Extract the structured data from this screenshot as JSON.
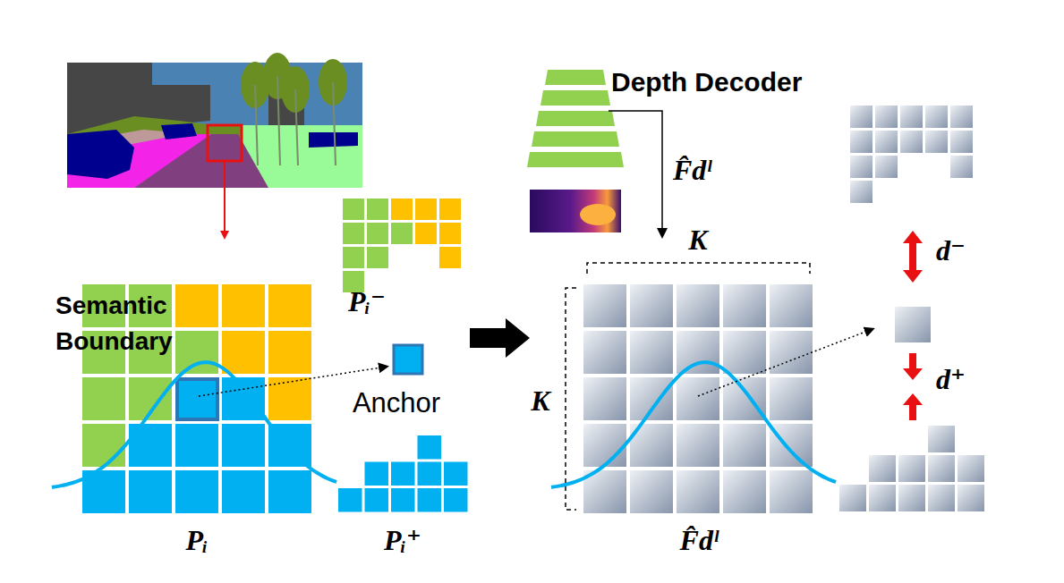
{
  "diagram": {
    "labels": [
      "Semantic Boundary",
      "Pᵢ⁻",
      "Anchor",
      "Pᵢ",
      "Pᵢ⁺",
      "Depth Decoder",
      "F̂dˡ",
      "K",
      "K",
      "F̂dˡ",
      "d⁻",
      "d⁺"
    ]
  }
}
